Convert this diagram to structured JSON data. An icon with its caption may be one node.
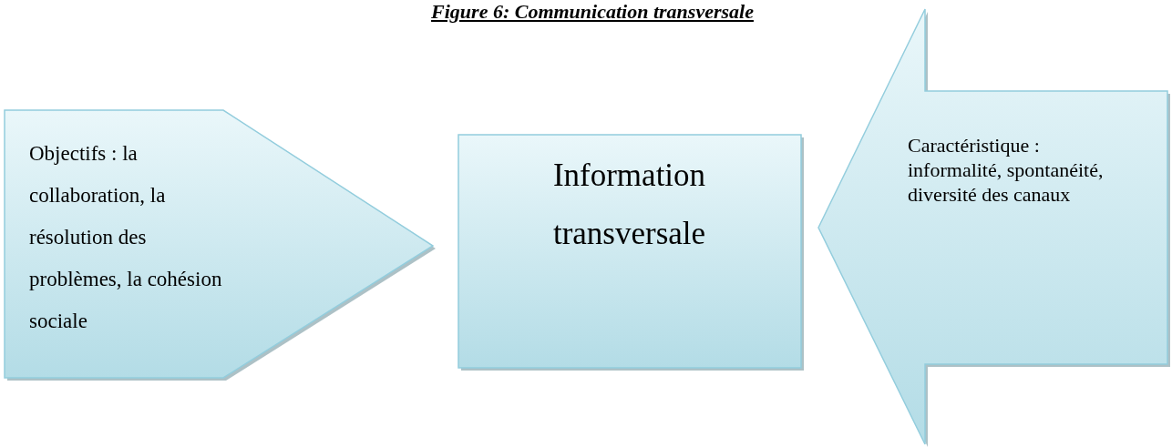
{
  "diagram": {
    "title": "Figure 6: Communication transversale",
    "nodes": [
      {
        "text": [
          "Objectifs : la collaboration, la résolution des problèmes, la cohésion sociale"
        ]
      },
      {
        "text": [
          "Information transversale"
        ]
      },
      {
        "text": [
          "Caractéristique : informalité, spontanéité, diversité des canaux"
        ]
      }
    ]
  }
}
